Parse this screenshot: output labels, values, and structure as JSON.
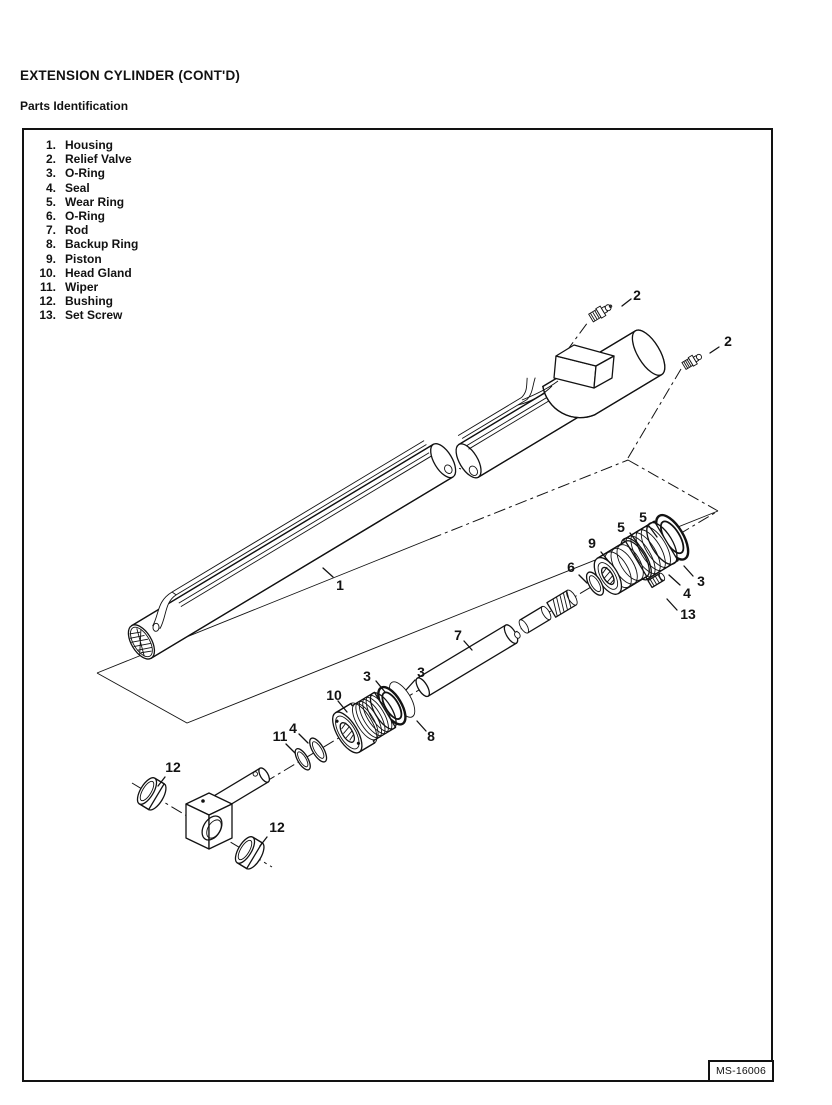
{
  "page": {
    "title": "EXTENSION CYLINDER (CONT'D)",
    "subtitle": "Parts Identification"
  },
  "figure_ref": "MS-16006",
  "colors": {
    "ink": "#121212",
    "paper": "#ffffff"
  },
  "parts": [
    {
      "num": "1.",
      "name": "Housing"
    },
    {
      "num": "2.",
      "name": "Relief Valve"
    },
    {
      "num": "3.",
      "name": "O-Ring"
    },
    {
      "num": "4.",
      "name": "Seal"
    },
    {
      "num": "5.",
      "name": "Wear Ring"
    },
    {
      "num": "6.",
      "name": "O-Ring"
    },
    {
      "num": "7.",
      "name": "Rod"
    },
    {
      "num": "8.",
      "name": "Backup Ring"
    },
    {
      "num": "9.",
      "name": "Piston"
    },
    {
      "num": "10.",
      "name": "Head Gland"
    },
    {
      "num": "11.",
      "name": "Wiper"
    },
    {
      "num": "12.",
      "name": "Bushing"
    },
    {
      "num": "13.",
      "name": "Set Screw"
    }
  ],
  "diagram": {
    "callouts": [
      {
        "id": "relief-valve-top",
        "label": "2"
      },
      {
        "id": "relief-valve-right",
        "label": "2"
      },
      {
        "id": "housing",
        "label": "1"
      },
      {
        "id": "wear-ring-left",
        "label": "5"
      },
      {
        "id": "wear-ring-right",
        "label": "5"
      },
      {
        "id": "piston",
        "label": "9"
      },
      {
        "id": "o-ring-rod",
        "label": "6"
      },
      {
        "id": "o-ring-piston",
        "label": "3"
      },
      {
        "id": "seal-piston",
        "label": "4"
      },
      {
        "id": "set-screw",
        "label": "13"
      },
      {
        "id": "rod",
        "label": "7"
      },
      {
        "id": "o-ring-gland-left",
        "label": "3"
      },
      {
        "id": "o-ring-gland-right",
        "label": "3"
      },
      {
        "id": "head-gland",
        "label": "10"
      },
      {
        "id": "backup-ring",
        "label": "8"
      },
      {
        "id": "wiper",
        "label": "11"
      },
      {
        "id": "seal-rod",
        "label": "4"
      },
      {
        "id": "bushing-upper",
        "label": "12"
      },
      {
        "id": "bushing-lower",
        "label": "12"
      }
    ]
  }
}
